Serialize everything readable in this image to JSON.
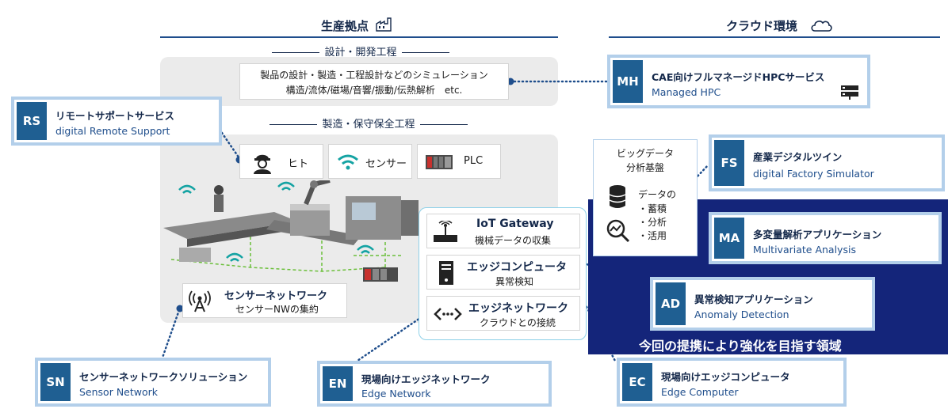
{
  "production": {
    "title": "生産拠点",
    "design_title": "設計・開発工程",
    "design_desc_1": "製品の設計・製造・工程設計などのシミュレーション",
    "design_desc_2": "構造/流体/磁場/音響/振動/伝熱解析　etc.",
    "mfg_title": "製造・保守保全工程",
    "chips": [
      {
        "label": "ヒト",
        "icon": "worker-icon"
      },
      {
        "label": "センサー",
        "icon": "wifi-icon"
      },
      {
        "label": "PLC",
        "icon": "plc-icon"
      }
    ],
    "sensor_net": {
      "title": "センサーネットワーク",
      "subtitle": "センサーNWの集約"
    },
    "iot_gateway": {
      "title": "IoT Gateway",
      "subtitle": "機械データの収集"
    },
    "edge_computer": {
      "title": "エッジコンピュータ",
      "subtitle": "異常検知"
    },
    "edge_network": {
      "title": "エッジネットワーク",
      "subtitle": "クラウドとの接続"
    }
  },
  "cloud": {
    "title": "クラウド環境",
    "bigdata": {
      "title_1": "ビッグデータ",
      "title_2": "分析基盤",
      "items": [
        "データの",
        "・蓄積",
        "・分析",
        "・活用"
      ]
    },
    "highlight_text": "今回の提携により強化を目指す領域"
  },
  "services": {
    "MH": {
      "code": "MH",
      "title": "CAE向けフルマネージドHPCサービス",
      "subtitle": "Managed HPC"
    },
    "RS": {
      "code": "RS",
      "title": "リモートサポートサービス",
      "subtitle": "digital Remote Support"
    },
    "FS": {
      "code": "FS",
      "title": "産業デジタルツイン",
      "subtitle": "digital Factory Simulator"
    },
    "MA": {
      "code": "MA",
      "title": "多変量解析アプリケーション",
      "subtitle": "Multivariate Analysis"
    },
    "AD": {
      "code": "AD",
      "title": "異常検知アプリケーション",
      "subtitle": "Anomaly Detection"
    },
    "SN": {
      "code": "SN",
      "title": "センサーネットワークソリューション",
      "subtitle": "Sensor Network"
    },
    "EN": {
      "code": "EN",
      "title": "現場向けエッジネットワーク",
      "subtitle": "Edge Network"
    },
    "EC": {
      "code": "EC",
      "title": "現場向けエッジコンピュータ",
      "subtitle": "Edge Computer"
    }
  },
  "colors": {
    "navy": "#14257a",
    "badge": "#1f5f92",
    "border": "#b3cfea",
    "panel": "#ebebeb",
    "dot": "#1f4e8c"
  }
}
